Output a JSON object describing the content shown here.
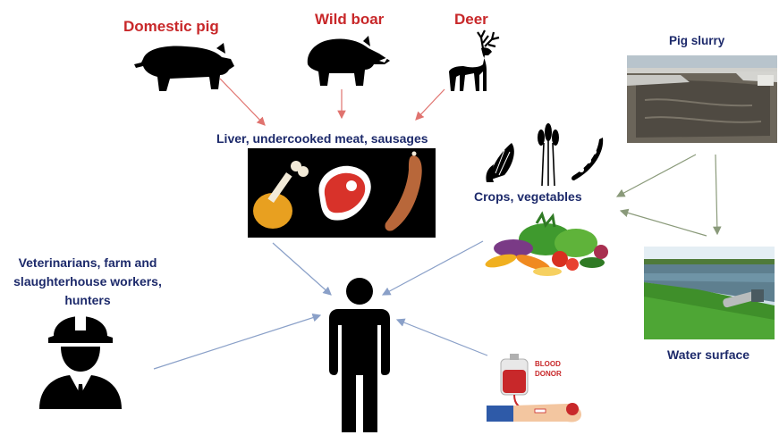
{
  "sources": {
    "domestic_pig": "Domestic pig",
    "wild_boar": "Wild boar",
    "deer": "Deer",
    "pig_slurry": "Pig slurry"
  },
  "pathways": {
    "food": "Liver, undercooked meat, sausages",
    "crops": "Crops, vegetables",
    "water": "Water surface",
    "occupational": "Veterinarians, farm and slaughterhouse workers, hunters",
    "blood_donor_line1": "BLOOD",
    "blood_donor_line2": "DONOR"
  },
  "icons": [
    "pig-icon",
    "boar-icon",
    "deer-icon",
    "drumstick-icon",
    "steak-icon",
    "sausage-icon",
    "corn-icon",
    "wheat-icon",
    "pea-pod-icon",
    "vegetables-icon",
    "worker-icon",
    "human-icon",
    "blood-bag-icon",
    "arm-icon"
  ],
  "colors": {
    "source_label": "#c8282a",
    "pathway_label": "#1d2a6b",
    "arrow_red": "#e0736f",
    "arrow_blue": "#8aa0c8",
    "arrow_gray": "#8a9a7a"
  }
}
